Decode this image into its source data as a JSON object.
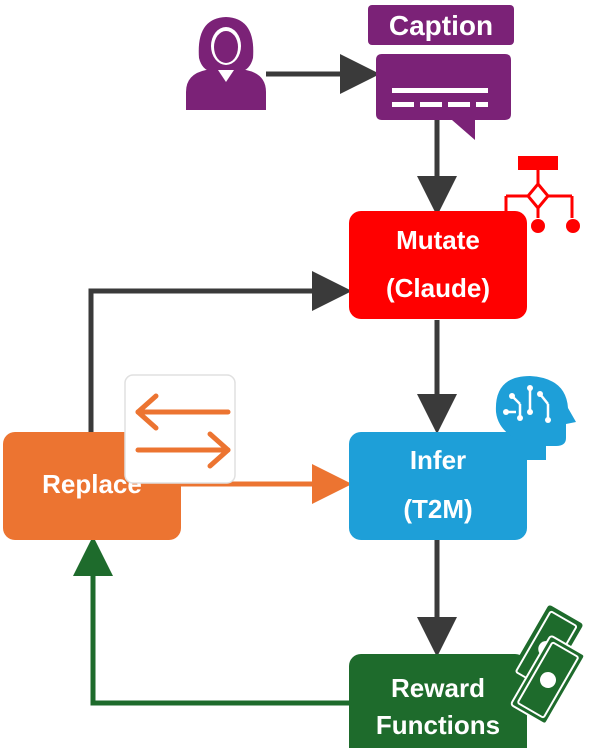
{
  "nodes": {
    "caption": {
      "label": "Caption",
      "color": "#7b2277"
    },
    "mutate": {
      "line1": "Mutate",
      "line2": "(Claude)",
      "color": "#ff0000"
    },
    "infer": {
      "line1": "Infer",
      "line2": "(T2M)",
      "color": "#1e9fd8"
    },
    "replace": {
      "label": "Replace",
      "color": "#ec7431"
    },
    "reward": {
      "line1": "Reward",
      "line2": "Functions",
      "color": "#1e6b2c"
    }
  },
  "icons": {
    "user": "user-icon",
    "caption_bubble": "speech-bubble-icon",
    "hierarchy": "hierarchy-icon",
    "ai_head": "ai-head-icon",
    "swap": "swap-arrows-icon",
    "money": "money-icon"
  },
  "colors": {
    "arrow_dark": "#3a3a3a",
    "arrow_orange": "#ec7431",
    "arrow_green": "#1e6b2c"
  }
}
